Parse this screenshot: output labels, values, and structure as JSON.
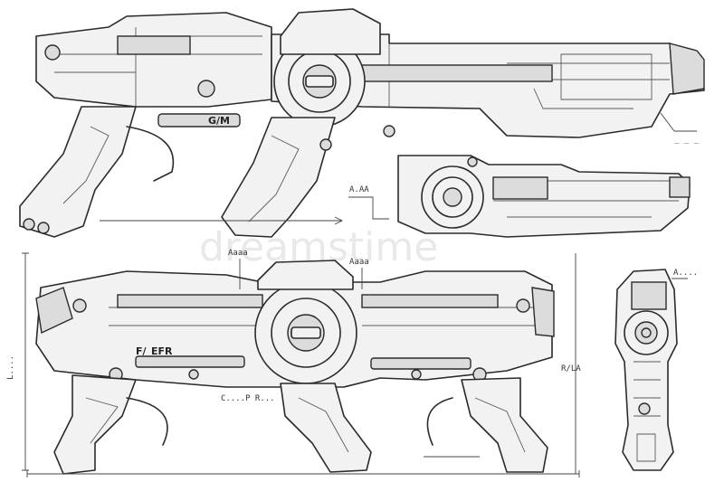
{
  "image": {
    "subject": "blaster-schematic-sheet",
    "views": [
      "top-side-view",
      "mid-right-detail-view",
      "bottom-side-view",
      "front-end-view"
    ]
  },
  "labels": {
    "top_dim_label": "A.AA",
    "bottom_left_label": "F/_EFR",
    "bottom_small_label": "C....P\nR...",
    "right_side_label": "R/LA",
    "front_top_label": "A....",
    "top_mid_label_1": "Aaaa",
    "top_mid_label_2": "Aaaa",
    "left_vertical_label": "L....",
    "top_gun_label": "G/M",
    "watermark": "dreamstime"
  },
  "colors": {
    "ink": "#2b2b2b",
    "paper": "#ffffff",
    "fill_light": "#f2f2f2",
    "fill_mid": "#dcdcdc"
  }
}
